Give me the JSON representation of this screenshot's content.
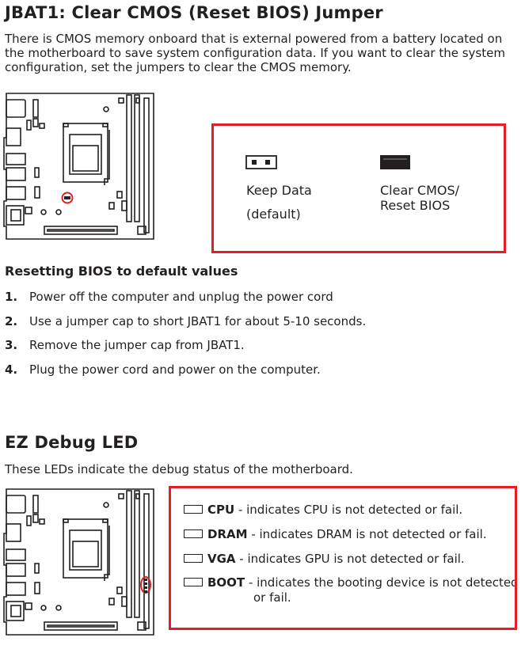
{
  "jbat": {
    "title": "JBAT1: Clear CMOS (Reset BIOS) Jumper",
    "lines": [
      "There is CMOS memory onboard that is external powered from a battery located on",
      "the motherboard to save system configuration data. If you want to clear the system",
      "configuration, set the jumpers to clear the CMOS memory."
    ],
    "options": {
      "keep_label": "Keep Data",
      "keep_note": "(default)",
      "clear_label_1": "Clear CMOS/",
      "clear_label_2": "Reset BIOS"
    }
  },
  "reset": {
    "title": "Resetting BIOS to default values",
    "steps": [
      {
        "num": "1.",
        "text": "Power off the computer and unplug the power cord"
      },
      {
        "num": "2.",
        "text": "Use a jumper cap to short JBAT1 for about 5-10 seconds."
      },
      {
        "num": "3.",
        "text": "Remove the jumper cap from JBAT1."
      },
      {
        "num": "4.",
        "text": "Plug the power cord and power on the computer."
      }
    ]
  },
  "ez": {
    "title": "EZ Debug LED",
    "intro": "These LEDs indicate the debug status of the motherboard.",
    "leds": [
      {
        "name": "CPU",
        "desc": " - indicates CPU is not detected or fail."
      },
      {
        "name": "DRAM",
        "desc": " - indicates DRAM is not detected or fail."
      },
      {
        "name": "VGA",
        "desc": " - indicates GPU is not detected or fail."
      },
      {
        "name": "BOOT",
        "desc": " - indicates the booting device is not detected",
        "desc2": "or fail."
      }
    ]
  },
  "colors": {
    "highlight_red": "#e31e24",
    "text": "#231f20"
  }
}
